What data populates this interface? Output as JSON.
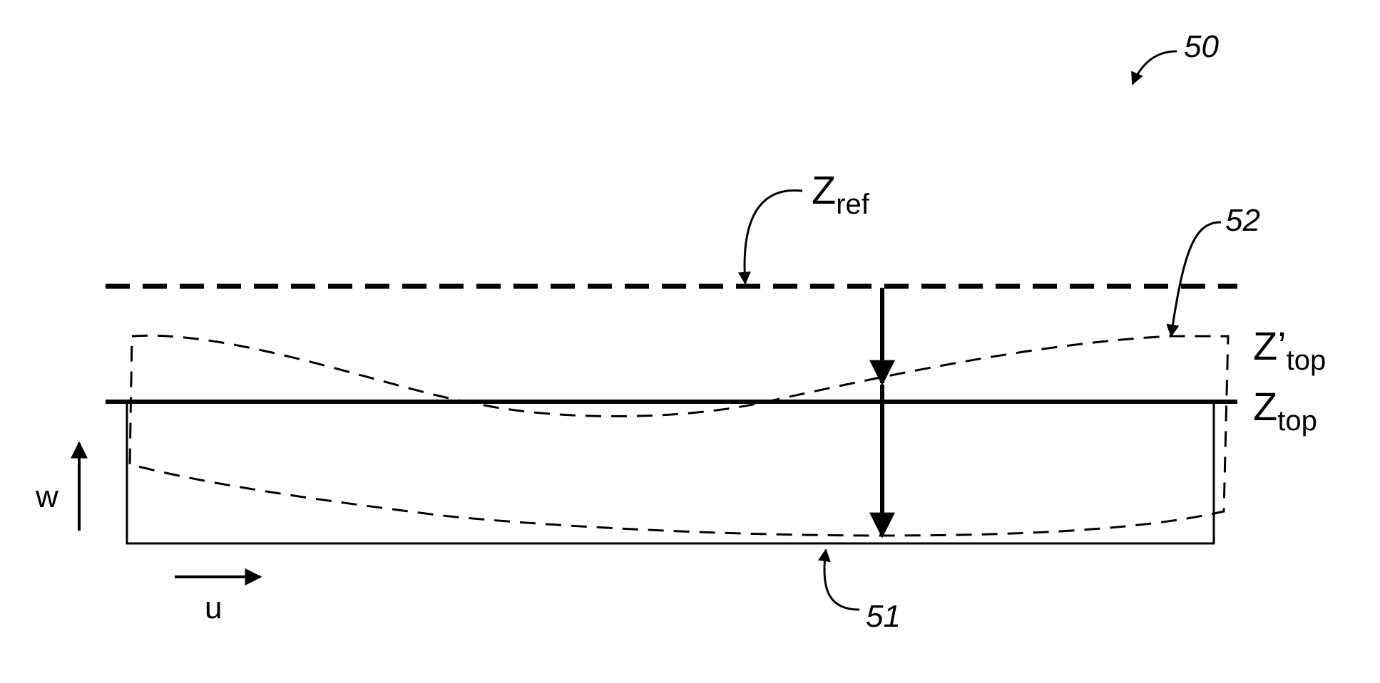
{
  "diagram": {
    "reference_numerals": {
      "figure": "50",
      "substrate": "51",
      "deformed_surface": "52"
    },
    "labels": {
      "z_ref": {
        "main": "Z",
        "sub": "ref"
      },
      "z_top_prime": {
        "main": "Z’",
        "sub": "top"
      },
      "z_top": {
        "main": "Z",
        "sub": "top"
      },
      "axis_w": "w",
      "axis_u": "u"
    },
    "colors": {
      "ink": "#000000",
      "background": "#ffffff"
    }
  }
}
